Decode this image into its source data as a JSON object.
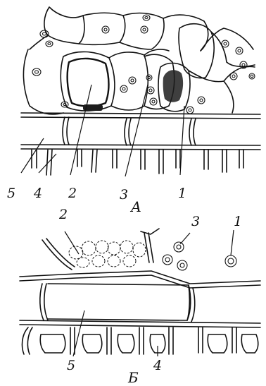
{
  "panels": [
    {
      "label": "А",
      "callouts": [
        {
          "text": "5"
        },
        {
          "text": "4"
        },
        {
          "text": "2"
        },
        {
          "text": "3"
        },
        {
          "text": "1"
        }
      ]
    },
    {
      "label": "Б",
      "callouts": [
        {
          "text": "2"
        },
        {
          "text": "3"
        },
        {
          "text": "1"
        },
        {
          "text": "5"
        },
        {
          "text": "4"
        }
      ]
    }
  ]
}
